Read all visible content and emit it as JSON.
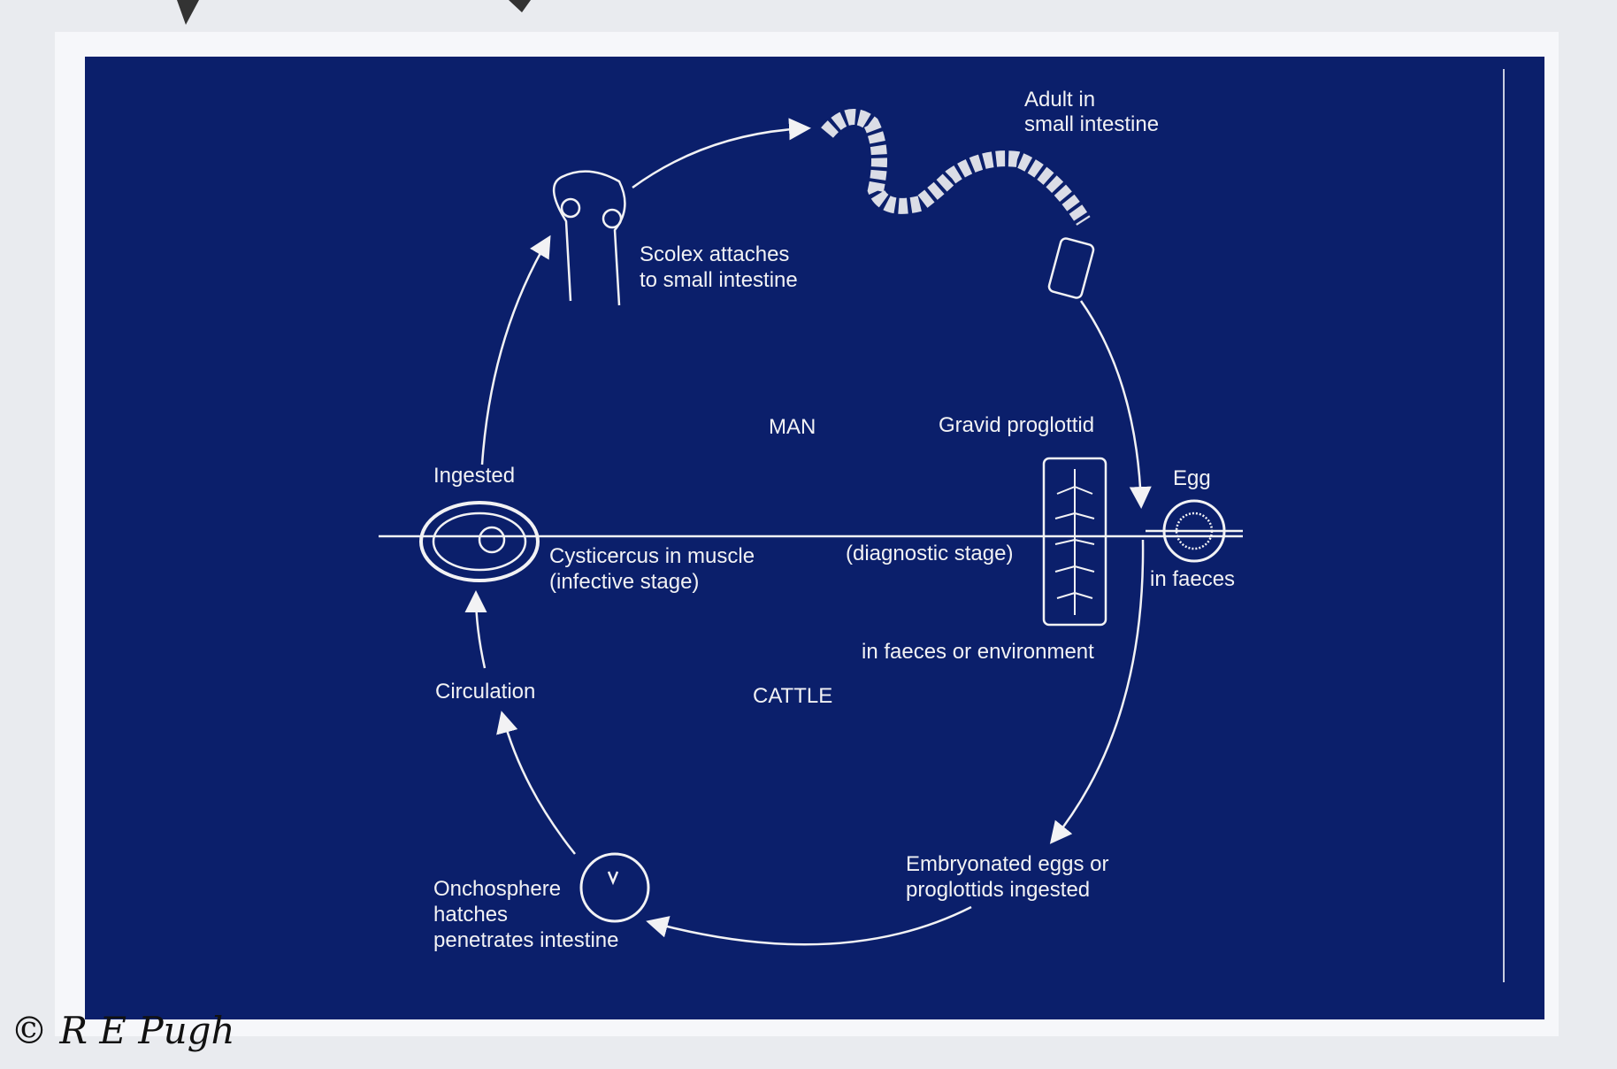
{
  "diagram": {
    "host_labels": {
      "man": "MAN",
      "cattle": "CATTLE"
    },
    "stages": {
      "adult": [
        "Adult in",
        "small intestine"
      ],
      "scolex": [
        "Scolex attaches",
        "to small intestine"
      ],
      "gravid": "Gravid proglottid",
      "diagnostic": "(diagnostic stage)",
      "proglottid_env": "in faeces or environment",
      "egg": [
        "Egg",
        "in faeces"
      ],
      "ingested": "Ingested",
      "cysticercus": [
        "Cysticercus in muscle",
        "(infective stage)"
      ],
      "circulation": "Circulation",
      "embryonated": [
        "Embryonated eggs or",
        "proglottids ingested"
      ],
      "onchosphere": [
        "Onchosphere",
        "hatches",
        "penetrates intestine"
      ]
    },
    "colors": {
      "slide": "#0b1f6b",
      "line": "#f2f2f4",
      "mount": "#f4f5f8"
    }
  },
  "copyright": "© R E Pugh"
}
